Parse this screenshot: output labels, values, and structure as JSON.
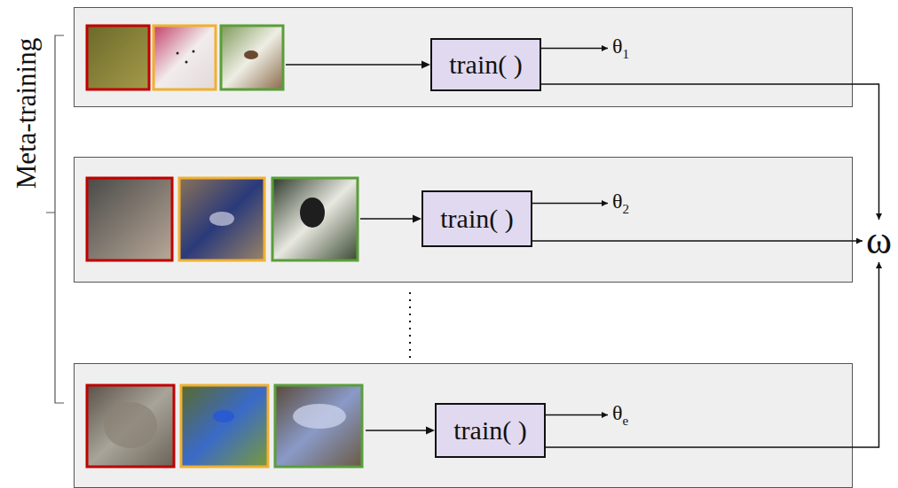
{
  "diagram": {
    "nodes": [
      {
        "text": [
          "train( )"
        ]
      },
      {
        "text": [
          "θ1"
        ]
      },
      {
        "text": [
          "train( )"
        ]
      },
      {
        "text": [
          "θ2"
        ]
      },
      {
        "text": [
          "train( )"
        ]
      },
      {
        "text": [
          "θe"
        ]
      },
      {
        "text": [
          "ω"
        ]
      }
    ],
    "edges": [
      {
        "from": 0,
        "to": 1,
        "arrow": "to"
      },
      {
        "from": 0,
        "to": 6,
        "arrow": "to"
      },
      {
        "from": 2,
        "to": 3,
        "arrow": "to"
      },
      {
        "from": 2,
        "to": 6,
        "arrow": "to"
      },
      {
        "from": 4,
        "to": 5,
        "arrow": "to"
      },
      {
        "from": 4,
        "to": 6,
        "arrow": "to"
      }
    ],
    "labels": [
      "Meta-training"
    ]
  }
}
